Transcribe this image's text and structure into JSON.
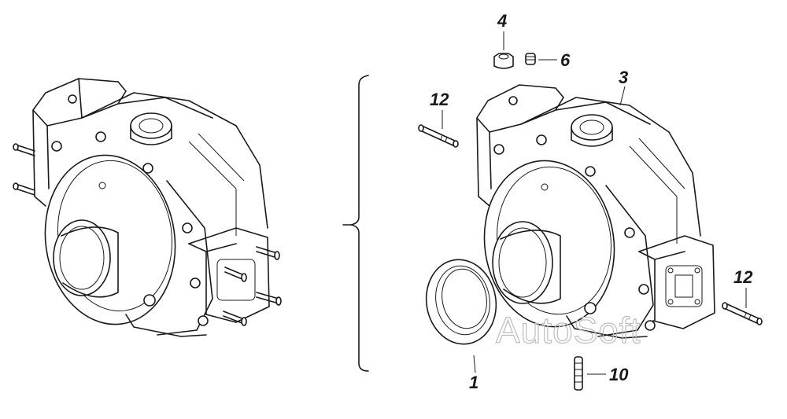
{
  "callouts": {
    "c1": "1",
    "c3": "3",
    "c4": "4",
    "c6": "6",
    "c10": "10",
    "c12a": "12",
    "c12b": "12"
  },
  "watermark": "AutoSoft",
  "colors": {
    "line": "#1a1a1a",
    "watermark": "#bdbdbd",
    "background": "#ffffff"
  }
}
